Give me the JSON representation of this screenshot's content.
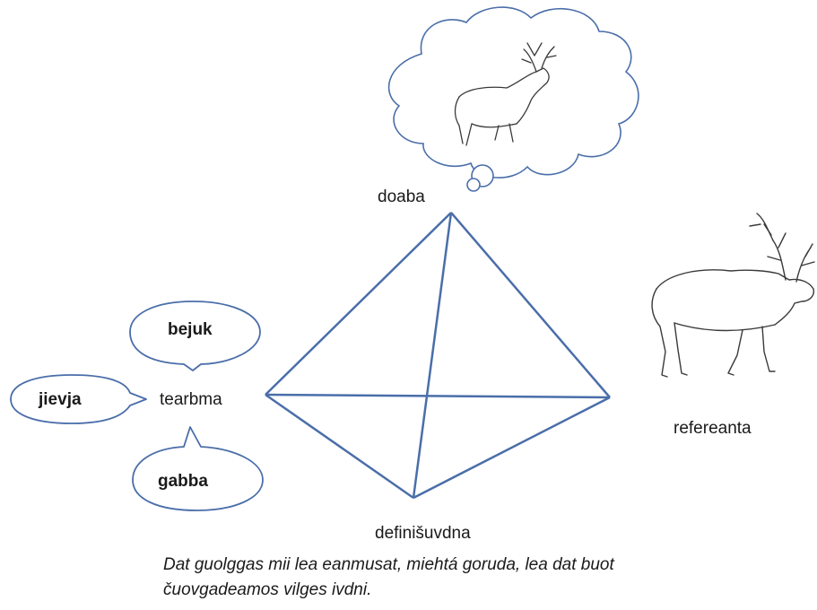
{
  "labels": {
    "top": "doaba",
    "left": "tearbma",
    "right": "refereanta",
    "bottom": "definišuvdna"
  },
  "bubbles": {
    "top": "bejuk",
    "left": "jievja",
    "bottom": "gabba"
  },
  "caption": {
    "line1": "Dat guolggas mii lea eanmusat, miehtá goruda, lea dat buot",
    "line2": "čuovgadeamos vilges ivdni."
  },
  "colors": {
    "edge": "#4a6ea9",
    "bubble_stroke": "#4a6ea9",
    "cloud_stroke": "#4a6ea9",
    "sketch": "#3a3a3a"
  }
}
